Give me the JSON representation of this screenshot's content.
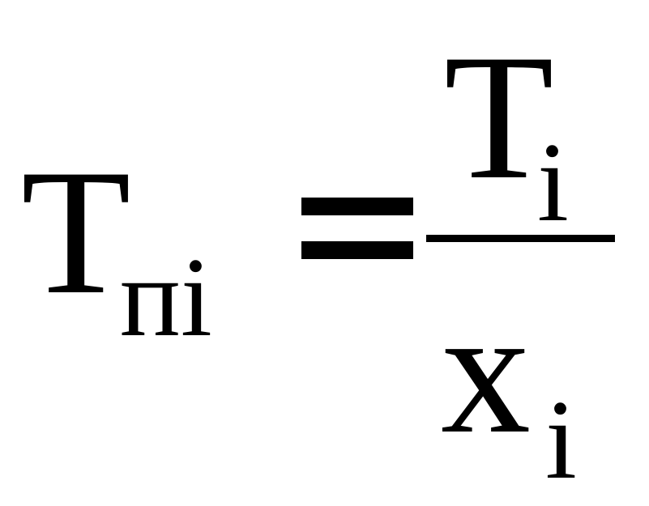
{
  "formula": {
    "lhs": {
      "symbol": "T",
      "subscript": "пі"
    },
    "relation": "=",
    "rhs": {
      "numerator": {
        "symbol": "T",
        "subscript": "i"
      },
      "denominator": {
        "symbol": "x",
        "subscript": "i"
      }
    }
  }
}
